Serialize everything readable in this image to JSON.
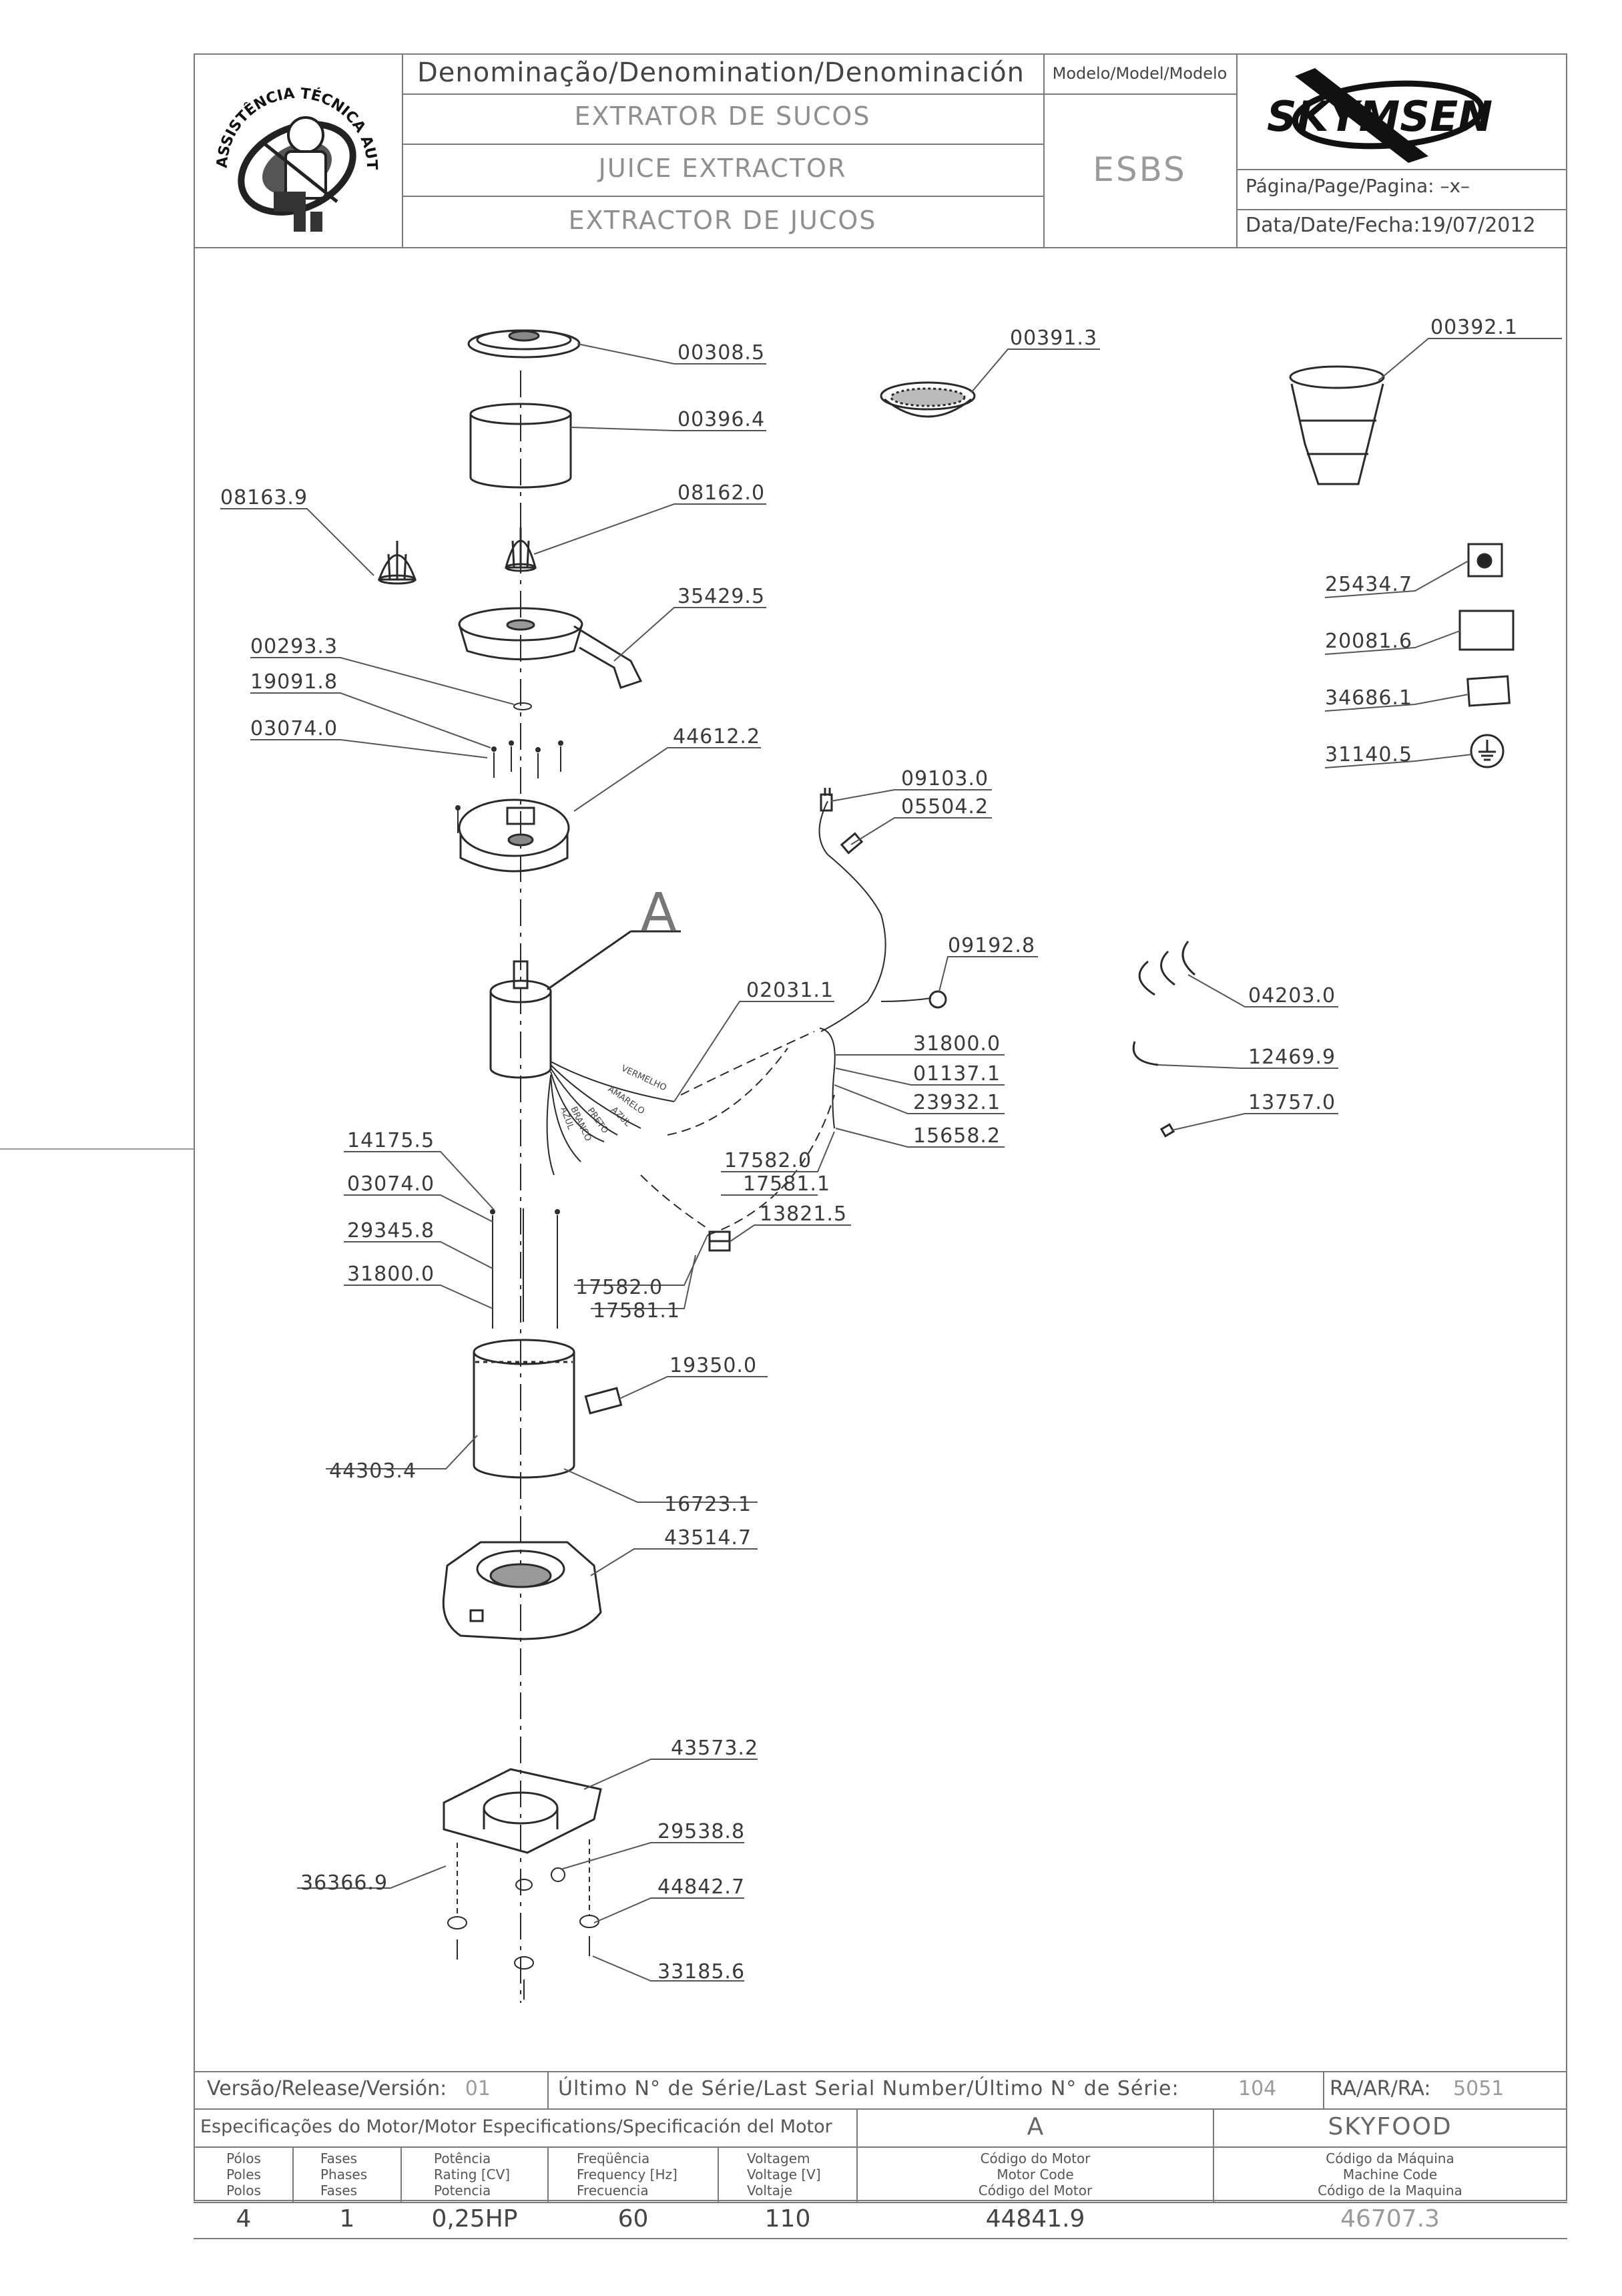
{
  "header": {
    "denomination_label": "Denominação/Denomination/Denominación",
    "names": [
      "EXTRATOR DE SUCOS",
      "JUICE EXTRACTOR",
      "EXTRACTOR DE JUCOS"
    ],
    "model_label": "Modelo/Model/Modelo",
    "model_value": "ESBS",
    "brand": "SKYMSEN",
    "page_label": "Página/Page/Pagina:",
    "page_value": "–x–",
    "date_label": "Data/Date/Fecha:",
    "date_value": "19/07/2012",
    "seal_text": "ASSISTÊNCIA TÉCNICA AUTORIZADA"
  },
  "drawing": {
    "section_marker": "A",
    "wire_colors": [
      "VERMELHO",
      "AMARELO",
      "AZUL",
      "PRETO",
      "BRANCO",
      "AZUL"
    ],
    "parts": [
      {
        "number": "00308.5"
      },
      {
        "number": "00396.4"
      },
      {
        "number": "08162.0"
      },
      {
        "number": "08163.9"
      },
      {
        "number": "35429.5"
      },
      {
        "number": "00293.3"
      },
      {
        "number": "19091.8"
      },
      {
        "number": "03074.0"
      },
      {
        "number": "44612.2"
      },
      {
        "number": "00391.3"
      },
      {
        "number": "00392.1"
      },
      {
        "number": "25434.7"
      },
      {
        "number": "20081.6"
      },
      {
        "number": "34686.1"
      },
      {
        "number": "31140.5"
      },
      {
        "number": "09103.0"
      },
      {
        "number": "05504.2"
      },
      {
        "number": "09192.8"
      },
      {
        "number": "04203.0"
      },
      {
        "number": "02031.1"
      },
      {
        "number": "31800.0"
      },
      {
        "number": "01137.1"
      },
      {
        "number": "23932.1"
      },
      {
        "number": "15658.2"
      },
      {
        "number": "12469.9"
      },
      {
        "number": "13757.0"
      },
      {
        "number": "17582.0"
      },
      {
        "number": "17581.1"
      },
      {
        "number": "13821.5"
      },
      {
        "number": "14175.5"
      },
      {
        "number": "03074.0"
      },
      {
        "number": "29345.8"
      },
      {
        "number": "31800.0"
      },
      {
        "number": "17582.0"
      },
      {
        "number": "17581.1"
      },
      {
        "number": "19350.0"
      },
      {
        "number": "44303.4"
      },
      {
        "number": "16723.1"
      },
      {
        "number": "43514.7"
      },
      {
        "number": "43573.2"
      },
      {
        "number": "29538.8"
      },
      {
        "number": "36366.9"
      },
      {
        "number": "44842.7"
      },
      {
        "number": "33185.6"
      }
    ]
  },
  "footer": {
    "release_label": "Versão/Release/Versión:",
    "release_value": "01",
    "serial_label": "Último N° de Série/Last Serial Number/Último N° de Série:",
    "serial_value": "104",
    "ra_label": "RA/AR/RA:",
    "ra_value": "5051",
    "motor_spec_label": "Especificações do Motor/Motor Especifications/Specificación del Motor",
    "motor_section": "A",
    "machine_family": "SKYFOOD",
    "columns": [
      {
        "header": "Pólos\nPoles\nPolos",
        "value": "4"
      },
      {
        "header": "Fases\nPhases\nFases",
        "value": "1"
      },
      {
        "header": "Potência\nRating [CV]\nPotencia",
        "value": "0,25HP"
      },
      {
        "header": "Freqüência\nFrequency [Hz]\nFrecuencia",
        "value": "60"
      },
      {
        "header": "Voltagem\nVoltage [V]\nVoltaje",
        "value": "110"
      },
      {
        "header": "Código do Motor\nMotor Code\nCódigo del Motor",
        "value": "44841.9"
      },
      {
        "header": "Código da Máquina\nMachine Code\nCódigo de la Maquina",
        "value": "46707.3"
      }
    ]
  }
}
